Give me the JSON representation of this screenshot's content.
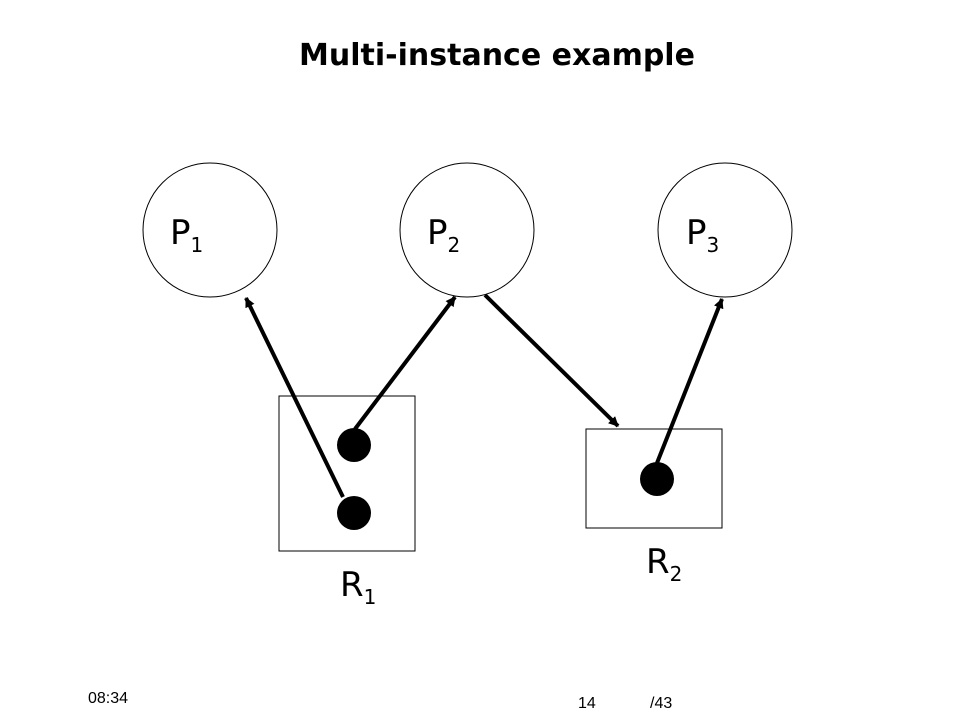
{
  "slide": {
    "title": "Multi-instance example"
  },
  "processes": [
    {
      "name": "P",
      "sub": "1"
    },
    {
      "name": "P",
      "sub": "2"
    },
    {
      "name": "P",
      "sub": "3"
    }
  ],
  "resources": [
    {
      "name": "R",
      "sub": "1",
      "instances": 2
    },
    {
      "name": "R",
      "sub": "2",
      "instances": 1
    }
  ],
  "edges": [
    {
      "from": "R1 instance 2",
      "to": "P1",
      "type": "assignment"
    },
    {
      "from": "R1 instance 1",
      "to": "P2",
      "type": "assignment"
    },
    {
      "from": "P2",
      "to": "R2",
      "type": "request"
    },
    {
      "from": "R2 instance 1",
      "to": "P3",
      "type": "assignment"
    }
  ],
  "footer": {
    "time": "08:34",
    "page": "14",
    "total": "/43"
  },
  "colors": {
    "stroke": "#000000",
    "fill": "#000000",
    "background": "#ffffff"
  }
}
